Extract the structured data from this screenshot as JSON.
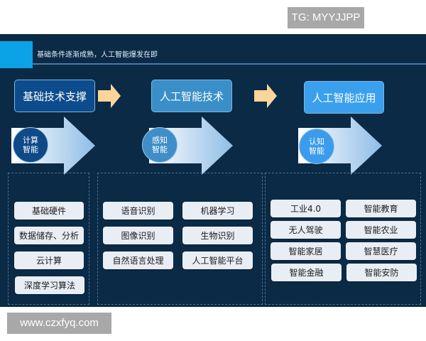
{
  "watermarks": {
    "top": "TG: MYYJJPP",
    "bottom": "www.czxfyq.com"
  },
  "header": {
    "title": "基础条件逐渐成熟，人工智能爆发在即"
  },
  "colors": {
    "panel_bg": "#0a2a46",
    "accent": "#0ba3e6",
    "stage1": "#0d4c8c",
    "stage2": "#3a8fc8",
    "stage3": "#3aa0ee",
    "orange_arrow": "#fbd59a",
    "item_bg": "#e9eef4"
  },
  "stages": [
    {
      "title": "基础技术支撑",
      "circle": [
        "计算",
        "智能"
      ],
      "items": [
        "基础硬件",
        "数据储存、分析",
        "云计算",
        "深度学习算法"
      ]
    },
    {
      "title": "人工智能技术",
      "circle": [
        "感知",
        "智能"
      ],
      "items": [
        "语音识别",
        "机器学习",
        "图像识别",
        "生物识别",
        "自然语言处理",
        "人工智能平台"
      ]
    },
    {
      "title": "人工智能应用",
      "circle": [
        "认知",
        "智能"
      ],
      "items": [
        "工业4.0",
        "智能教育",
        "无人驾驶",
        "智能农业",
        "智能家居",
        "智慧医疗",
        "智能金融",
        "智能安防"
      ]
    }
  ]
}
